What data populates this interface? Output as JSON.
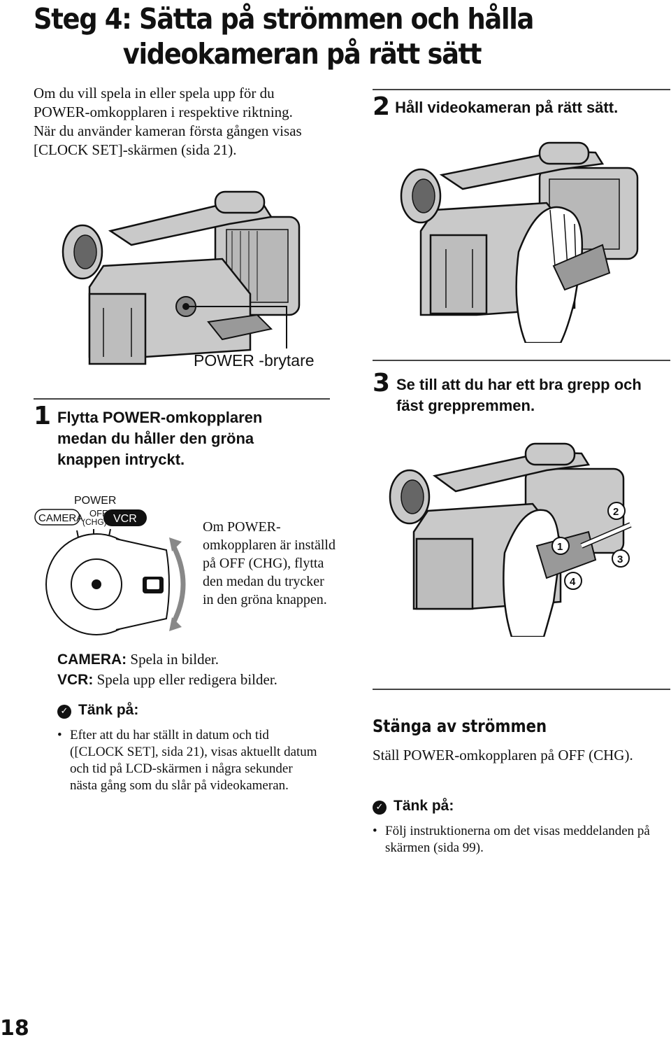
{
  "title": {
    "line1": "Steg 4: Sätta på strömmen och hålla",
    "line2": "videokameran på rätt sätt"
  },
  "intro": {
    "p1": "Om du vill spela in eller spela upp för du POWER-omkopplaren i respektive riktning.",
    "p2": "När du använder kameran första gången visas [CLOCK SET]-skärmen (sida 21)."
  },
  "step1": {
    "number": "1",
    "text": "Flytta POWER-omkopplaren medan du håller den gröna knappen intryckt.",
    "callout": "POWER -brytare"
  },
  "switch": {
    "power": "POWER",
    "camera": "CAMERA",
    "off": "OFF",
    "chg": "(CHG)",
    "vcr": "VCR"
  },
  "note_off": "Om POWER-omkopplaren är inställd på OFF (CHG), flytta den medan du trycker in den gröna knappen.",
  "modes": {
    "camera_label": "CAMERA:",
    "camera_text": "Spela in bilder.",
    "vcr_label": "VCR:",
    "vcr_text": "Spela upp eller redigera bilder."
  },
  "hint1": {
    "icon": "hint-icon",
    "title": "Tänk på:",
    "items": [
      "Efter att du har ställt in datum och tid ([CLOCK SET], sida 21), visas aktuellt datum och tid på LCD-skärmen i några sekunder nästa gång som du slår på videokameran."
    ]
  },
  "step2": {
    "number": "2",
    "text": "Håll videokameran på rätt sätt."
  },
  "step3": {
    "number": "3",
    "text": "Se till att du har ett bra grepp och fäst greppremmen.",
    "markers": [
      "1",
      "2",
      "3",
      "4"
    ]
  },
  "poweroff": {
    "title": "Stänga av strömmen",
    "text": "Ställ POWER-omkopplaren på OFF (CHG)."
  },
  "hint2": {
    "icon": "hint-icon",
    "title": "Tänk på:",
    "items": [
      "Följ instruktionerna om det visas meddelanden på skärmen (sida 99)."
    ]
  },
  "page_number": "18",
  "colors": {
    "text": "#111111",
    "camera_body": "#c9c9c9",
    "rule": "#444444"
  }
}
